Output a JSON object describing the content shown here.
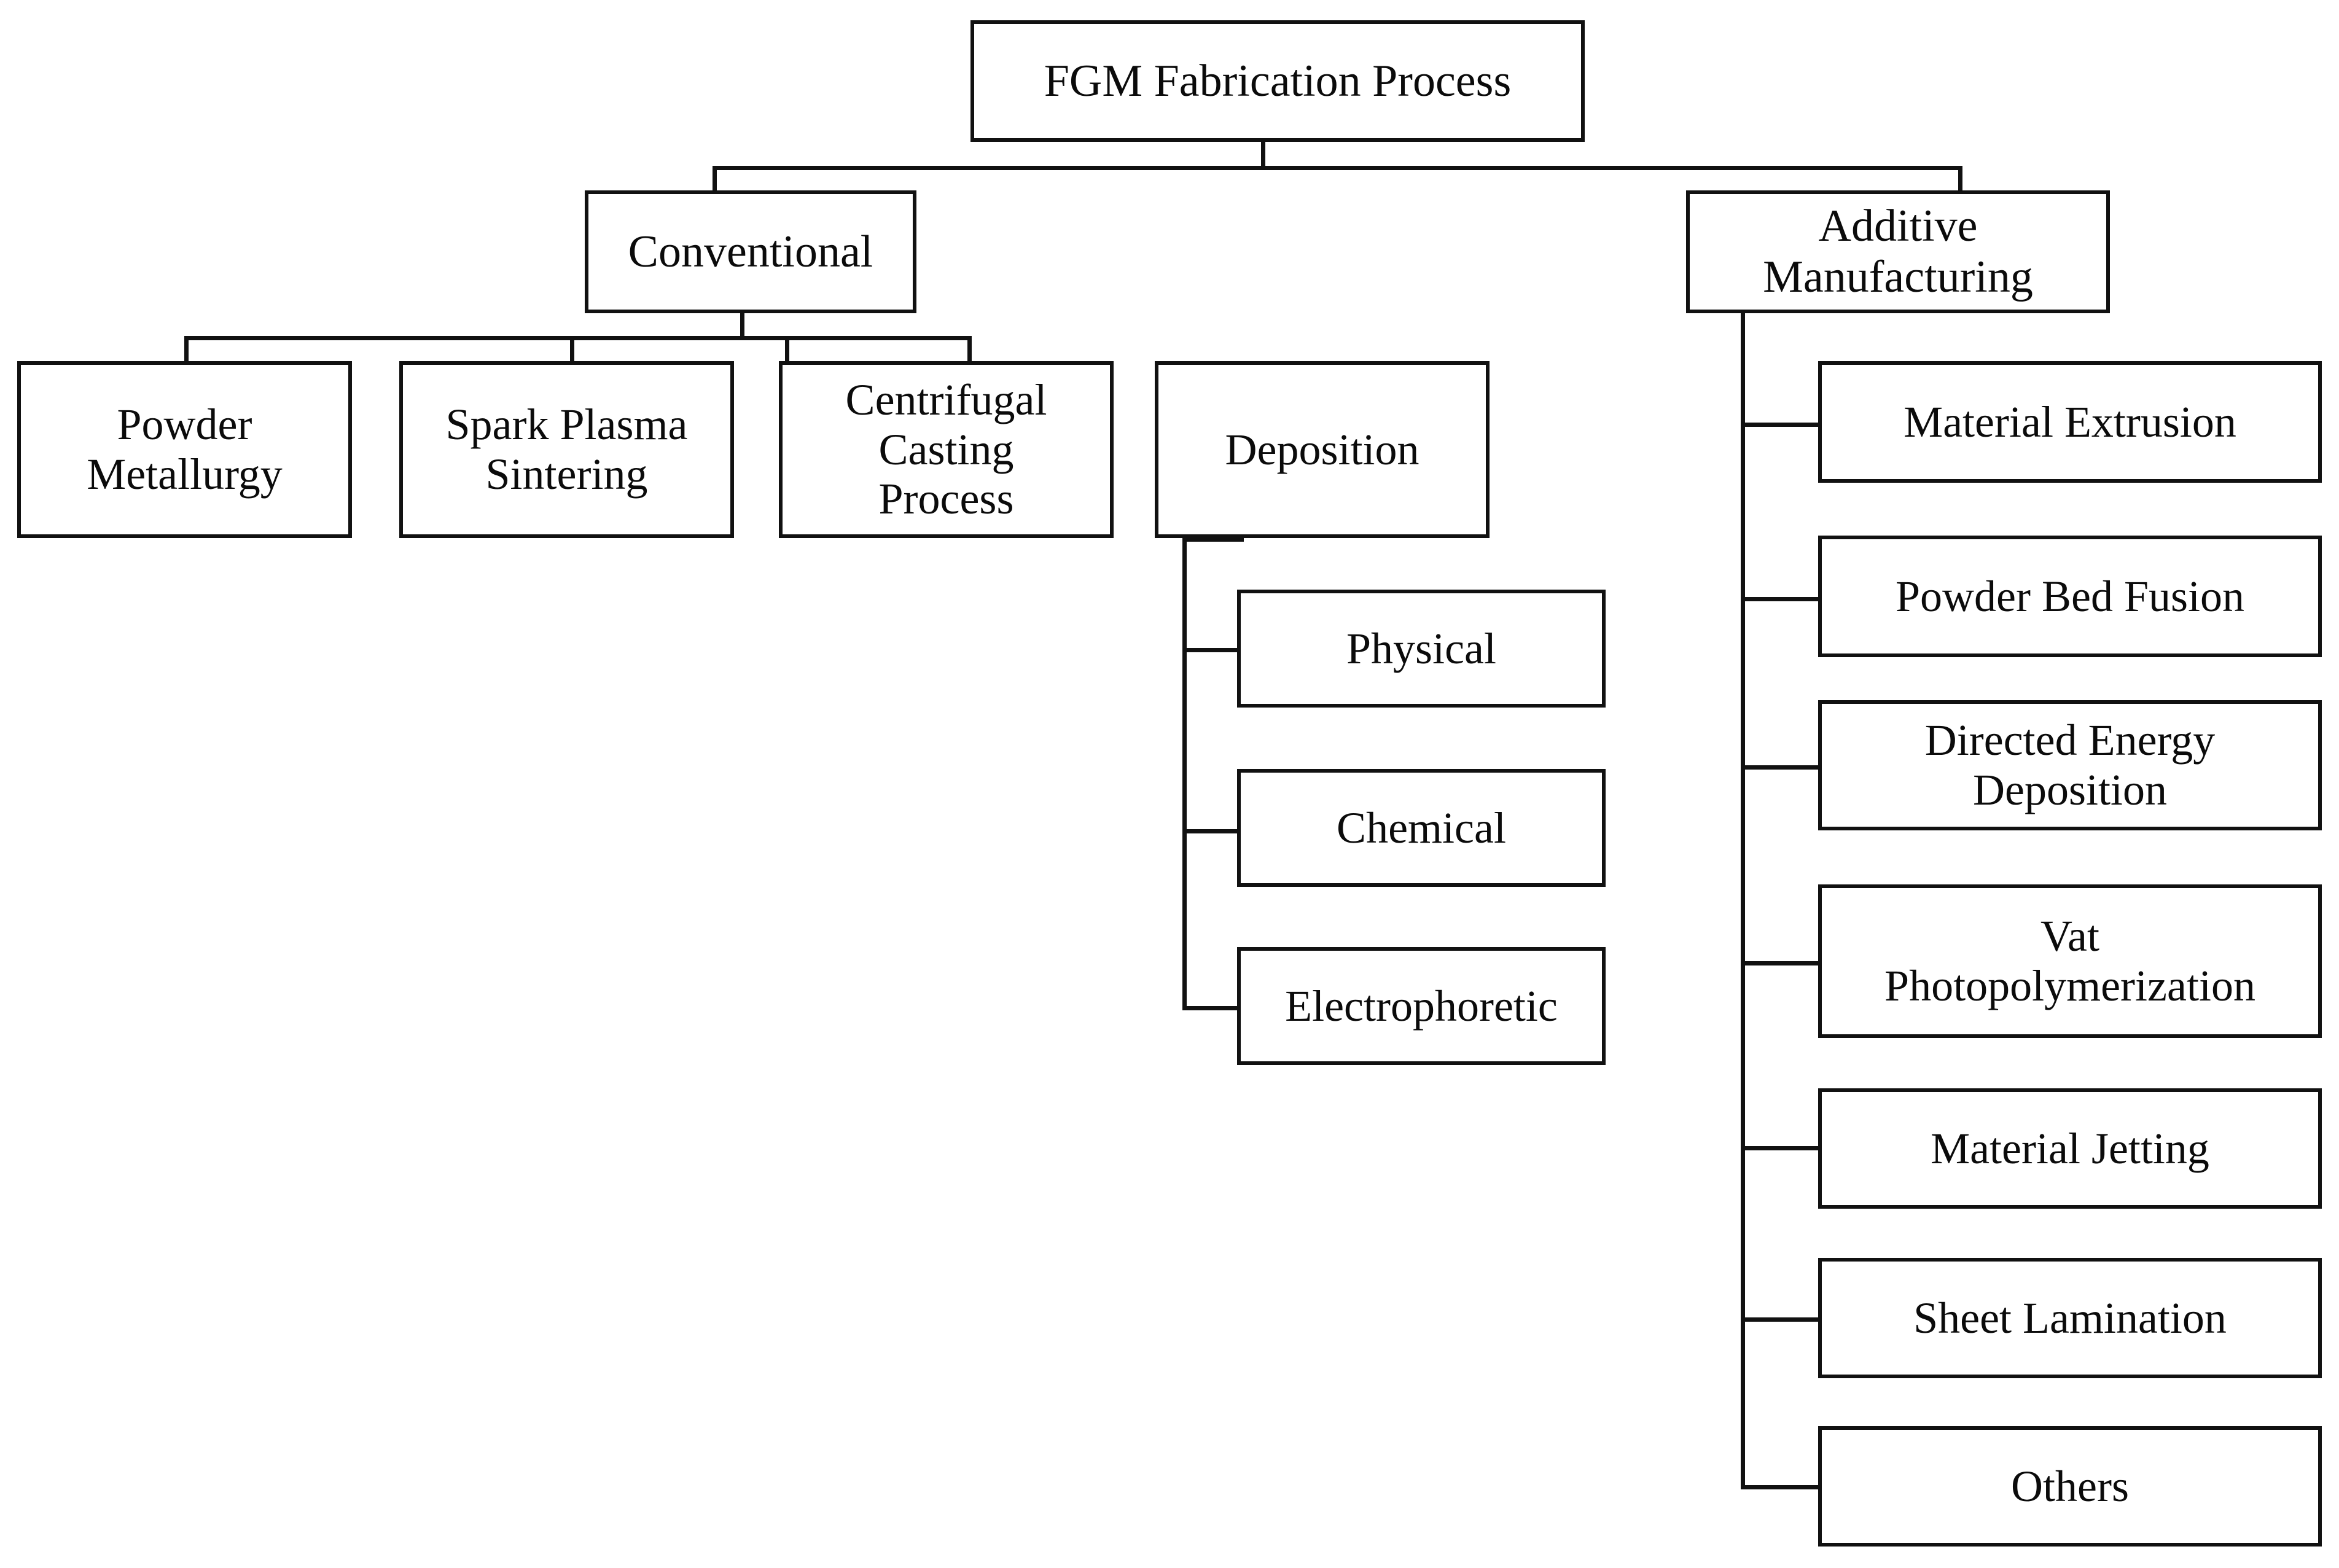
{
  "diagram": {
    "type": "hierarchy-tree",
    "title": "FGM Fabrication Process",
    "orientation": "top-down with right-side vertical spine branches",
    "palette": {
      "background": "#ffffff",
      "box_border": "#111111",
      "box_fill": "#ffffff",
      "text": "#0b0b0b",
      "connector": "#111111"
    },
    "nodes": {
      "root": {
        "label": "FGM Fabrication Process"
      },
      "level1": [
        {
          "id": "conventional",
          "label": "Conventional"
        },
        {
          "id": "additive",
          "label": "Additive\nManufacturing"
        }
      ],
      "conventional_children": [
        {
          "id": "powder-metallurgy",
          "label": "Powder\nMetallurgy"
        },
        {
          "id": "spark-plasma-sintering",
          "label": "Spark Plasma\nSintering"
        },
        {
          "id": "centrifugal-casting-process",
          "label": "Centrifugal\nCasting\nProcess"
        },
        {
          "id": "deposition",
          "label": "Deposition"
        }
      ],
      "deposition_children": [
        {
          "id": "physical",
          "label": "Physical"
        },
        {
          "id": "chemical",
          "label": "Chemical"
        },
        {
          "id": "electrophoretic",
          "label": "Electrophoretic"
        }
      ],
      "additive_children": [
        {
          "id": "material-extrusion",
          "label": "Material Extrusion"
        },
        {
          "id": "powder-bed-fusion",
          "label": "Powder Bed Fusion"
        },
        {
          "id": "directed-energy-deposition",
          "label": "Directed Energy\nDeposition"
        },
        {
          "id": "vat-photopolymerization",
          "label": "Vat\nPhotopolymerization"
        },
        {
          "id": "material-jetting",
          "label": "Material Jetting"
        },
        {
          "id": "sheet-lamination",
          "label": "Sheet Lamination"
        },
        {
          "id": "others",
          "label": "Others"
        }
      ]
    }
  }
}
